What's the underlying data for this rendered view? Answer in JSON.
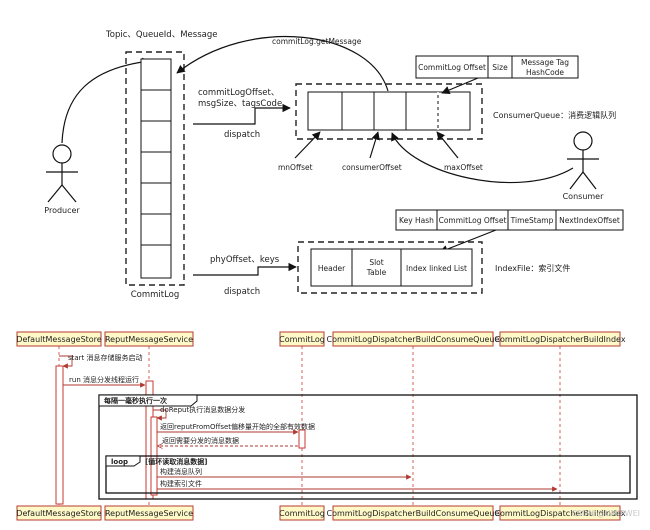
{
  "storage": {
    "producer_label": "Producer",
    "consumer_label": "Consumer",
    "topic_label": "Topic、QueueId、Message",
    "commitlog_label": "CommitLog",
    "getmessage_label": "commitLog.getMessage",
    "cq_input_lines": [
      "commitLogOffset、",
      "msgSize、tagsCode"
    ],
    "dispatch_label": "dispatch",
    "cq_fields": [
      "CommitLog Offset",
      "Size"
    ],
    "cq_tag_lines": [
      "Message Tag",
      "HashCode"
    ],
    "cq_title": "ConsumerQueue：消费逻辑队列",
    "min_offset": "mnOffset",
    "consumer_offset": "consumerOffset",
    "max_offset": "maxOffset",
    "index_fields": [
      "Key Hash",
      "CommitLog Offset",
      "TimeStamp",
      "NextIndexOffset"
    ],
    "index_input_label": "phyOffset、keys",
    "index_header": "Header",
    "index_slot_lines": [
      "Slot",
      "Table"
    ],
    "index_linked": "Index linked List",
    "index_title": "IndexFile：索引文件"
  },
  "sequence": {
    "participants": [
      "DefaultMessageStore",
      "ReputMessageService",
      "CommitLog",
      "CommitLogDispatcherBuildConsumeQueue",
      "CommitLogDispatcherBuildIndex"
    ],
    "msg_start": "start 消息存储服务启动",
    "msg_run": "run 消息分发线程运行",
    "loop_label": "每隔一毫秒执行一次",
    "msg_doreput": "doReput执行消息数据分发",
    "msg_return_all": "返回reputFromOffset偏移量开始的全部有效数据",
    "msg_return_pending": "返回需要分发的消息数据",
    "loop_tag": "loop",
    "loop_inner_label": "[循环读取消息数据]",
    "msg_build_cq": "构建消息队列",
    "msg_build_index": "构建索引文件",
    "watermark": "CSDN @UMIPWEI"
  }
}
